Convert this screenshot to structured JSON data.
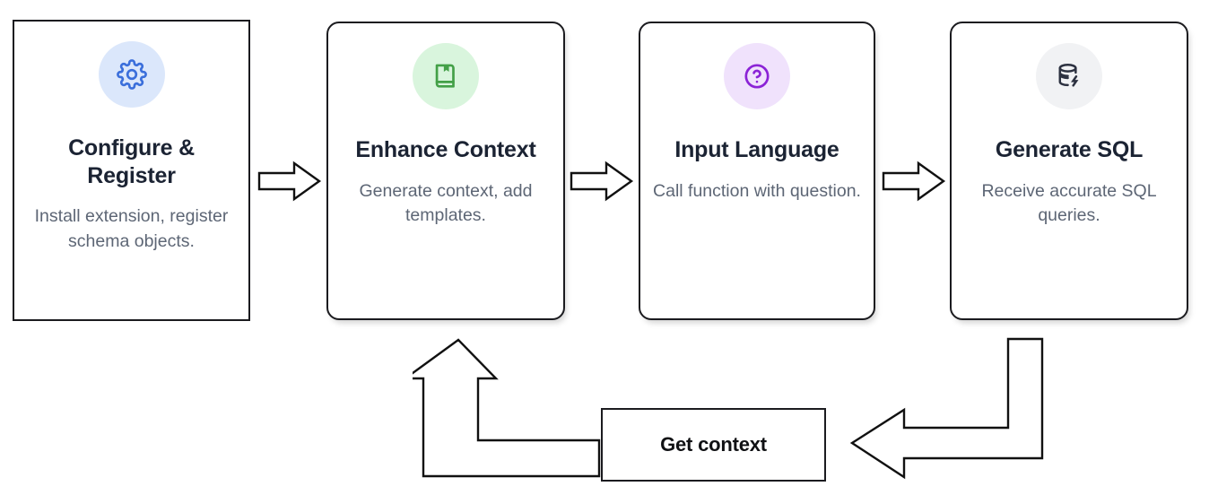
{
  "diagram": {
    "title": "Configure, Enhance, Input, Generate SQL workflow",
    "background": "#ffffff",
    "stroke": "#1b1b1f"
  },
  "steps": [
    {
      "index": 1,
      "icon": "gear-settings-icon",
      "icon_color": "#3b6fdb",
      "icon_bg": "#dbe7fb",
      "title": "Configure & Register",
      "title_line_1": "Configure &",
      "title_line_2": "Register",
      "description": "Install extension, register schema objects.",
      "rounded": false
    },
    {
      "index": 2,
      "icon": "book-bookmark-icon",
      "icon_color": "#43a047",
      "icon_bg": "#d9f5dd",
      "title": "Enhance Context",
      "title_line_1": "Enhance",
      "title_line_2": "Context",
      "description": "Generate context, add templates.",
      "rounded": true
    },
    {
      "index": 3,
      "icon": "question-circle-icon",
      "icon_color": "#8b23d6",
      "icon_bg": "#f0e2fc",
      "title": "Input Language",
      "title_line_1": "Input",
      "title_line_2": "Language",
      "description": "Call function with question.",
      "rounded": true
    },
    {
      "index": 4,
      "icon": "database-bolt-icon",
      "icon_color": "#2c3140",
      "icon_bg": "#f1f2f4",
      "title": "Generate SQL",
      "title_line_1": "Generate SQL",
      "title_line_2": "",
      "description": "Receive accurate SQL queries.",
      "rounded": true
    }
  ],
  "connectors": [
    {
      "name": "arrow-step1-to-step2",
      "direction": "right"
    },
    {
      "name": "arrow-step2-to-step3",
      "direction": "right"
    },
    {
      "name": "arrow-step3-to-step4",
      "direction": "right"
    }
  ],
  "feedback_loop": {
    "label": "Get context",
    "from_step": "Generate SQL",
    "to_step": "Enhance Context",
    "left_arrow": "elbow-arrow-up-into-enhance-context",
    "right_arrow": "elbow-arrow-left-from-generate-sql"
  }
}
